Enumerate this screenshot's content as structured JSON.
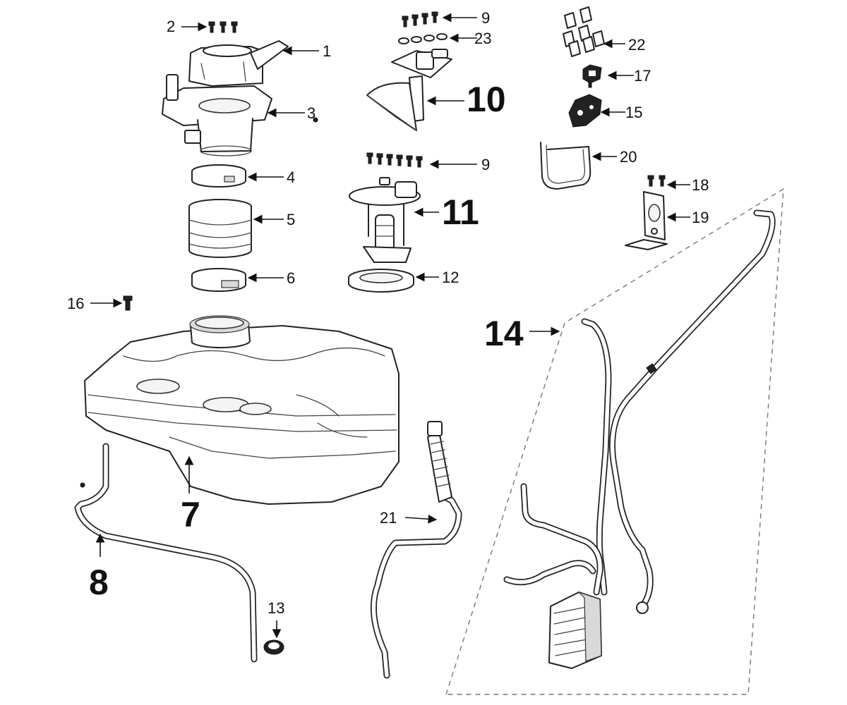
{
  "labels": [
    {
      "id": "1",
      "text": "1"
    },
    {
      "id": "2",
      "text": "2"
    },
    {
      "id": "3",
      "text": "3"
    },
    {
      "id": "4",
      "text": "4"
    },
    {
      "id": "5",
      "text": "5"
    },
    {
      "id": "6",
      "text": "6"
    },
    {
      "id": "7",
      "text": "7"
    },
    {
      "id": "8",
      "text": "8"
    },
    {
      "id": "9a",
      "text": "9"
    },
    {
      "id": "9b",
      "text": "9"
    },
    {
      "id": "10",
      "text": "10"
    },
    {
      "id": "11",
      "text": "11"
    },
    {
      "id": "12",
      "text": "12"
    },
    {
      "id": "13",
      "text": "13"
    },
    {
      "id": "14",
      "text": "14"
    },
    {
      "id": "15",
      "text": "15"
    },
    {
      "id": "16",
      "text": "16"
    },
    {
      "id": "17",
      "text": "17"
    },
    {
      "id": "18",
      "text": "18"
    },
    {
      "id": "19",
      "text": "19"
    },
    {
      "id": "20",
      "text": "20"
    },
    {
      "id": "21",
      "text": "21"
    },
    {
      "id": "22",
      "text": "22"
    },
    {
      "id": "23",
      "text": "23"
    }
  ]
}
